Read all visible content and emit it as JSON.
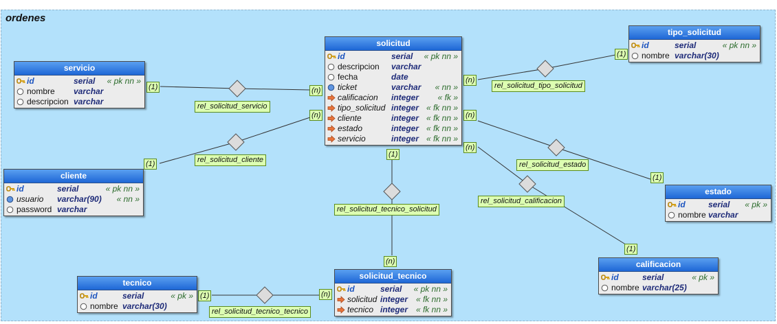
{
  "schema_name": "ordenes",
  "icons": {
    "pk": "key-icon",
    "plain": "circle-icon",
    "notnull": "blue-circle-icon",
    "fk": "arrow-right-icon"
  },
  "colors": {
    "background": "#b3e1fb",
    "header": "#1e67d6",
    "label": "#ddffb2",
    "type": "#1d2a78",
    "modifier": "#2b6b2b"
  },
  "tables": {
    "solicitud": {
      "title": "solicitud",
      "fields": [
        {
          "icon": "pk",
          "name": "id",
          "type": "serial",
          "mods": "« pk nn »"
        },
        {
          "icon": "plain",
          "name": "descripcion",
          "type": "varchar",
          "mods": ""
        },
        {
          "icon": "plain",
          "name": "fecha",
          "type": "date",
          "mods": ""
        },
        {
          "icon": "notnull",
          "name": "ticket",
          "type": "varchar",
          "mods": "« nn »"
        },
        {
          "icon": "fk",
          "name": "calificacion",
          "type": "integer",
          "mods": "« fk »"
        },
        {
          "icon": "fk",
          "name": "tipo_solicitud",
          "type": "integer",
          "mods": "« fk nn »"
        },
        {
          "icon": "fk",
          "name": "cliente",
          "type": "integer",
          "mods": "« fk nn »"
        },
        {
          "icon": "fk",
          "name": "estado",
          "type": "integer",
          "mods": "« fk nn »"
        },
        {
          "icon": "fk",
          "name": "servicio",
          "type": "integer",
          "mods": "« fk nn »"
        }
      ]
    },
    "servicio": {
      "title": "servicio",
      "fields": [
        {
          "icon": "pk",
          "name": "id",
          "type": "serial",
          "mods": "« pk nn »"
        },
        {
          "icon": "plain",
          "name": "nombre",
          "type": "varchar",
          "mods": ""
        },
        {
          "icon": "plain",
          "name": "descripcion",
          "type": "varchar",
          "mods": ""
        }
      ]
    },
    "tipo_solicitud": {
      "title": "tipo_solicitud",
      "fields": [
        {
          "icon": "pk",
          "name": "id",
          "type": "serial",
          "mods": "« pk nn »"
        },
        {
          "icon": "plain",
          "name": "nombre",
          "type": "varchar(30)",
          "mods": ""
        }
      ]
    },
    "cliente": {
      "title": "cliente",
      "fields": [
        {
          "icon": "pk",
          "name": "id",
          "type": "serial",
          "mods": "« pk nn »"
        },
        {
          "icon": "notnull",
          "name": "usuario",
          "type": "varchar(90)",
          "mods": "« nn »"
        },
        {
          "icon": "plain",
          "name": "password",
          "type": "varchar",
          "mods": ""
        }
      ]
    },
    "estado": {
      "title": "estado",
      "fields": [
        {
          "icon": "pk",
          "name": "id",
          "type": "serial",
          "mods": "« pk »"
        },
        {
          "icon": "plain",
          "name": "nombre",
          "type": "varchar",
          "mods": ""
        }
      ]
    },
    "calificacion": {
      "title": "calificacion",
      "fields": [
        {
          "icon": "pk",
          "name": "id",
          "type": "serial",
          "mods": "« pk »"
        },
        {
          "icon": "plain",
          "name": "nombre",
          "type": "varchar(25)",
          "mods": ""
        }
      ]
    },
    "tecnico": {
      "title": "tecnico",
      "fields": [
        {
          "icon": "pk",
          "name": "id",
          "type": "serial",
          "mods": "« pk »"
        },
        {
          "icon": "plain",
          "name": "nombre",
          "type": "varchar(30)",
          "mods": ""
        }
      ]
    },
    "solicitud_tecnico": {
      "title": "solicitud_tecnico",
      "fields": [
        {
          "icon": "pk",
          "name": "id",
          "type": "serial",
          "mods": "« pk nn »"
        },
        {
          "icon": "fk",
          "name": "solicitud",
          "type": "integer",
          "mods": "« fk nn »"
        },
        {
          "icon": "fk",
          "name": "tecnico",
          "type": "integer",
          "mods": "« fk nn »"
        }
      ]
    }
  },
  "relations": {
    "servicio": "rel_solicitud_servicio",
    "tipo_solicitud": "rel_solicitud_tipo_solicitud",
    "cliente": "rel_solicitud_cliente",
    "estado": "rel_solicitud_estado",
    "calificacion": "rel_solicitud_calificacion",
    "tecnico_solicitud": "rel_solicitud_tecnico_solicitud",
    "tecnico_tecnico": "rel_solicitud_tecnico_tecnico"
  },
  "cardinality": {
    "one": "(1)",
    "many": "(n)"
  }
}
